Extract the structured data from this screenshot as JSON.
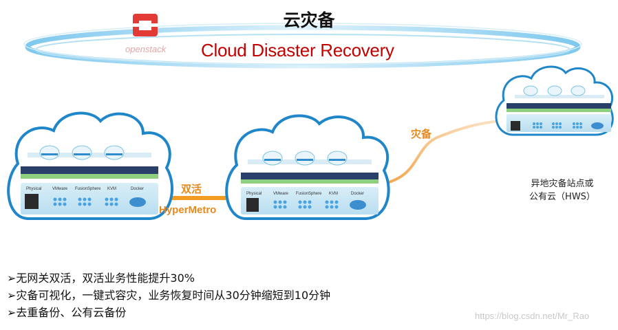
{
  "title": "云灾备",
  "subtitle": "Cloud Disaster Recovery",
  "logo_text": "openstack",
  "links": {
    "active_active_label": "双活",
    "hypermetro_label": "HyperMetro",
    "dr_label": "灾备"
  },
  "remote_site": {
    "line1": "异地灾备站点或",
    "line2": "公有云（HWS）"
  },
  "platforms": [
    "Physical",
    "VMware",
    "FusionSphere",
    "KVM",
    "Docker"
  ],
  "bullets": [
    "➢无网关双活，双活业务性能提升30%",
    "➢灾备可视化，一键式容灾，业务恢复时间从30分钟缩短到10分钟",
    "➢去重备份、公有云备份"
  ],
  "watermark": "https://blog.csdn.net/Mr_Rao",
  "colors": {
    "title_red": "#c40000",
    "orange": "#e8891e",
    "cloud_blue": "#1f86c9",
    "band_navy": "#2b3f6b"
  }
}
